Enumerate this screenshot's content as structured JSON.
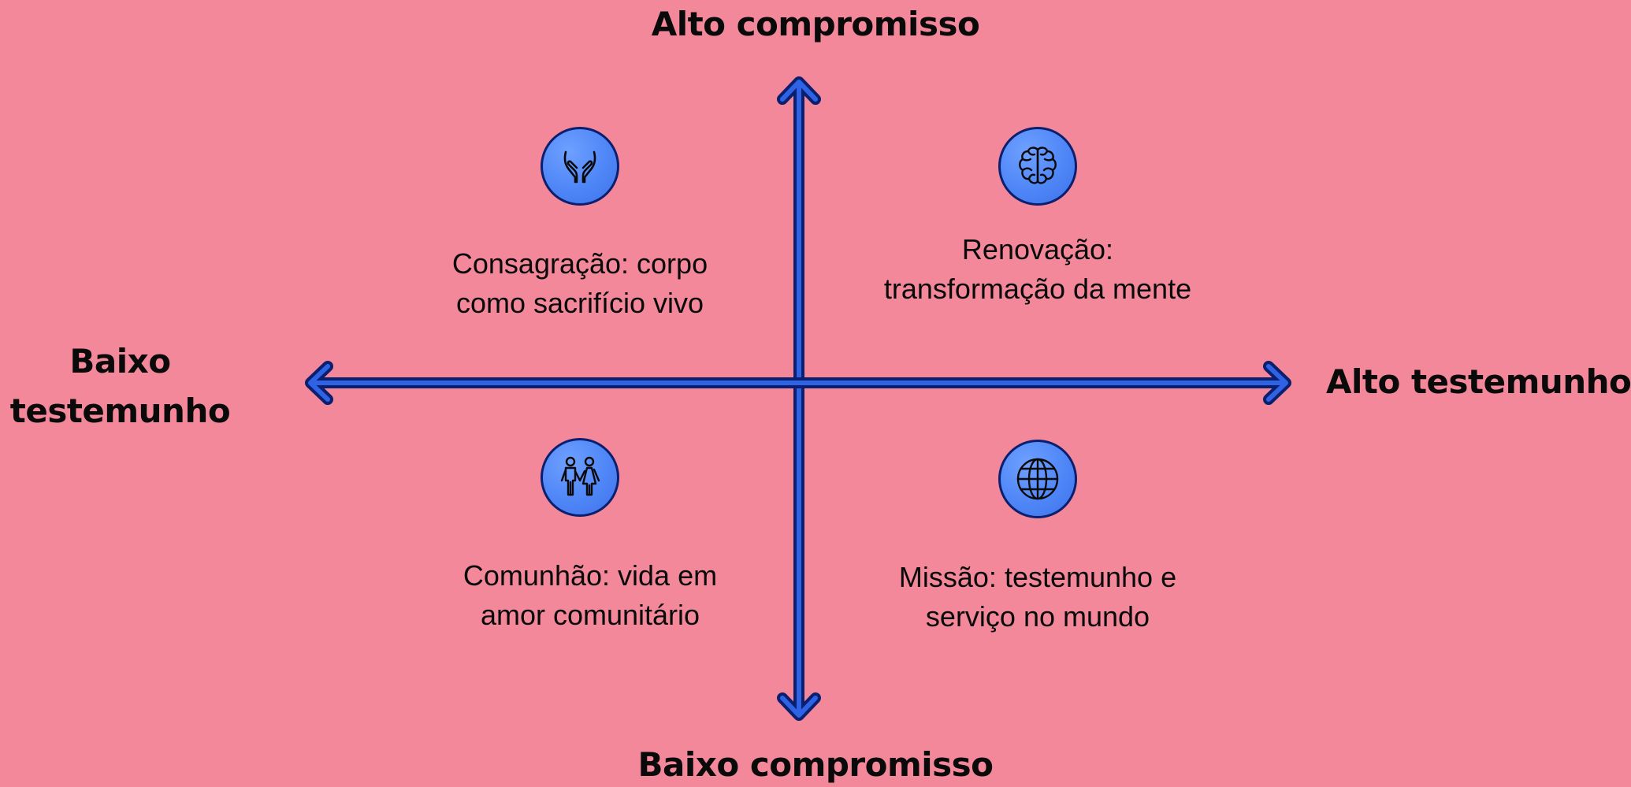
{
  "axes": {
    "top": "Alto compromisso",
    "bottom": "Baixo compromisso",
    "left": "Baixo testemunho",
    "right": "Alto testemunho"
  },
  "quadrants": {
    "top_left": {
      "icon": "open-hands-icon",
      "text": "Consagração: corpo como sacrifício vivo"
    },
    "top_right": {
      "icon": "brain-icon",
      "text": "Renovação: transformação da mente"
    },
    "bottom_left": {
      "icon": "two-people-holding-hands-icon",
      "text": "Comunhão: vida em amor comunitário"
    },
    "bottom_right": {
      "icon": "globe-icon",
      "text": "Missão: testemunho e serviço no mundo"
    }
  },
  "colors": {
    "background": "#f2889a",
    "axis": "#1f4ed8",
    "icon_fill": "#4f86f7",
    "icon_stroke": "#0b1f6e"
  }
}
